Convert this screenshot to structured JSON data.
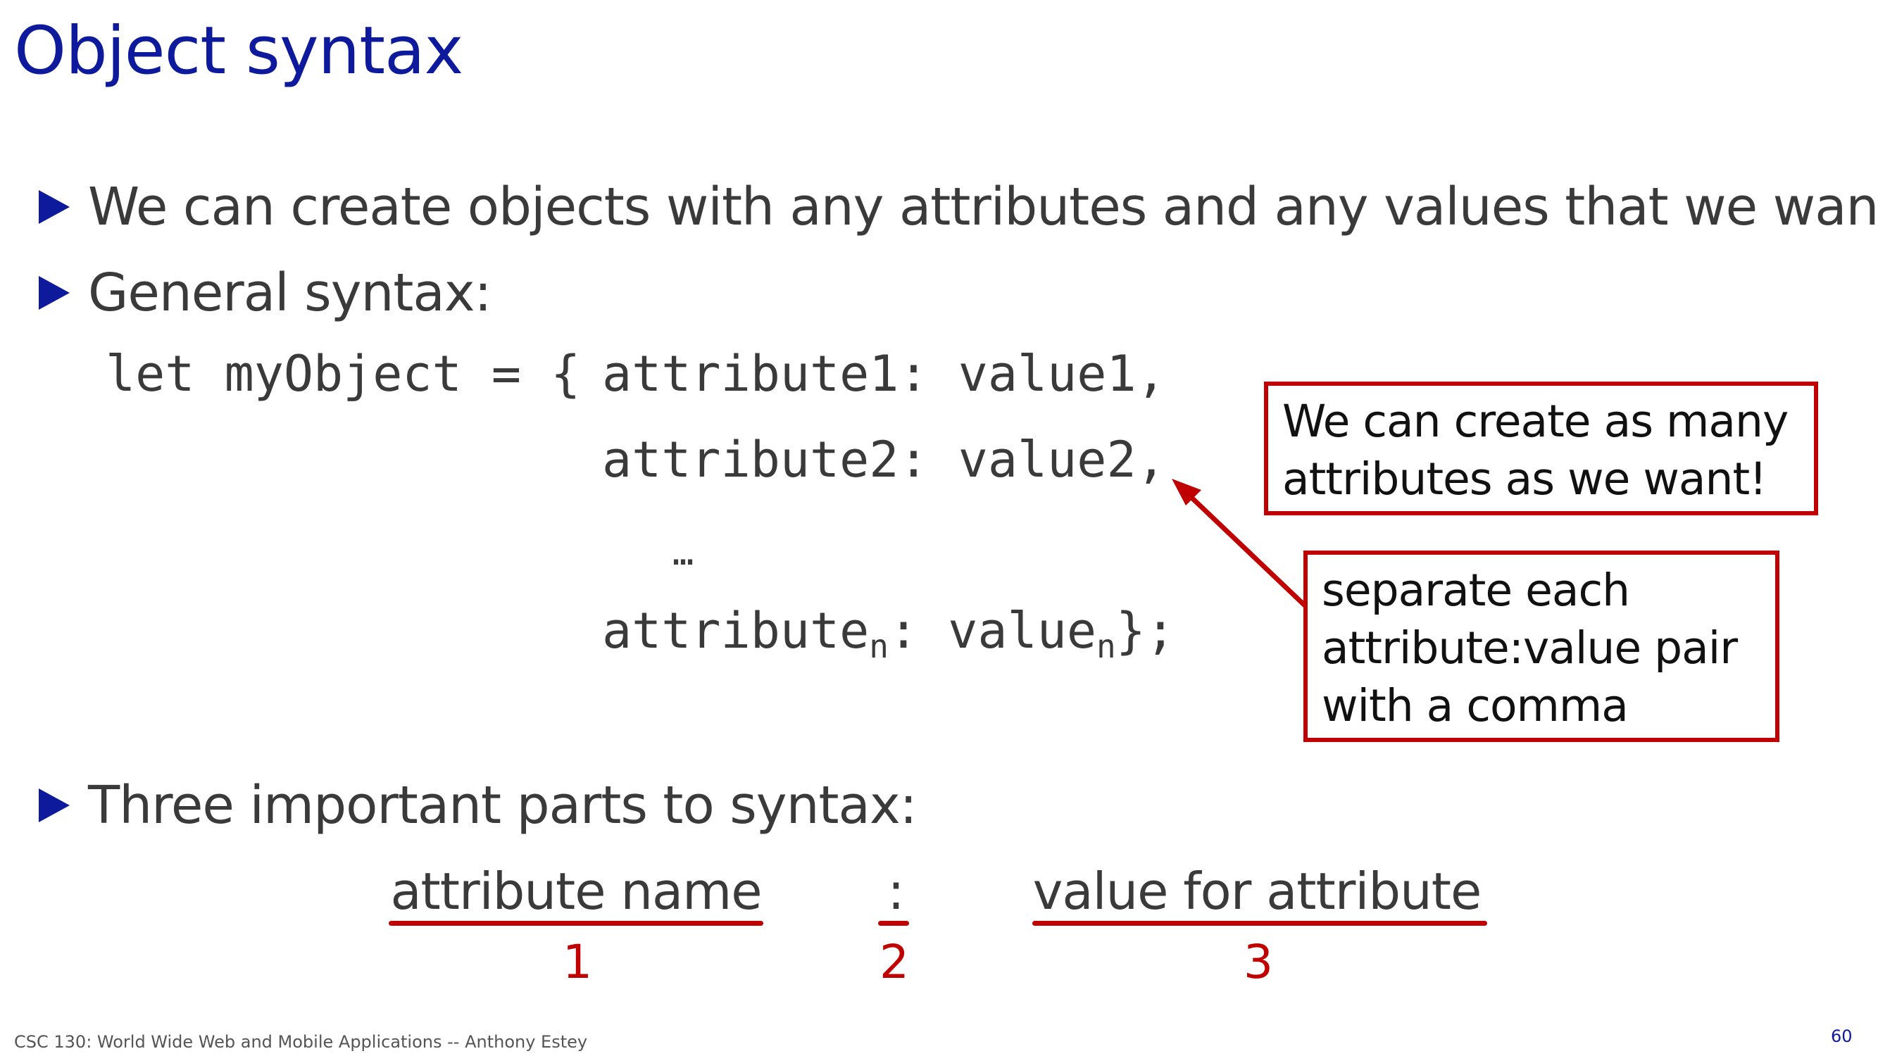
{
  "slide": {
    "title": "Object syntax",
    "bullets": [
      "We can create objects with any attributes and any values that we want",
      "General syntax:",
      "Three important parts to syntax:"
    ],
    "code": {
      "line1_prefix": "let myObject = {",
      "line1_body": "attribute1: value1,",
      "line2": "attribute2: value2,",
      "ellipsis": "…",
      "line_n_attr": "attribute",
      "line_n_sub": "n",
      "line_n_mid": ": value",
      "line_n_sub2": "n",
      "line_n_end": "};"
    },
    "callout_many": "We can create as many attributes as we want!",
    "callout_comma": "separate each attribute:value pair with a comma",
    "parts": [
      {
        "label": "attribute name",
        "number": "1"
      },
      {
        "label": ":",
        "number": "2"
      },
      {
        "label": "value for attribute",
        "number": "3"
      }
    ],
    "footer": "CSC 130: World Wide Web and Mobile Applications -- Anthony Estey",
    "page_number": "60"
  },
  "colors": {
    "title": "#0e1a9c",
    "bullet": "#0e1a9c",
    "body_text": "#3a3a3a",
    "accent": "#c00000"
  }
}
